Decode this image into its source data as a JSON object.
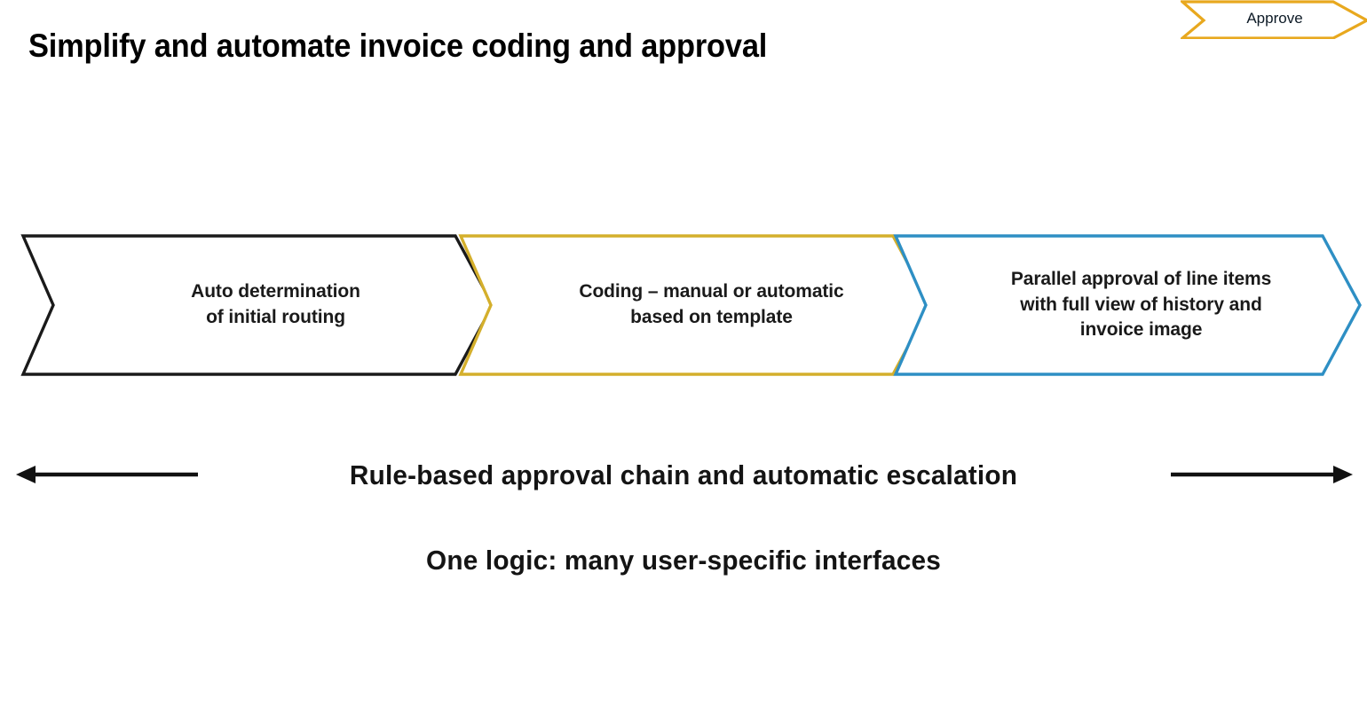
{
  "slide": {
    "title": "Simplify and automate invoice coding and approval",
    "background_color": "#ffffff"
  },
  "approve_badge": {
    "label": "Approve",
    "stroke_color": "#E8A81E",
    "text_color": "#0d1a26"
  },
  "process": {
    "steps": [
      {
        "name": "auto-determination",
        "lines": [
          "Auto determination",
          "of initial routing"
        ],
        "stroke_color": "#1a1a1a"
      },
      {
        "name": "coding",
        "lines": [
          "Coding – manual or automatic",
          "based on template"
        ],
        "stroke_color": "#D4AF2C"
      },
      {
        "name": "parallel-approval",
        "lines": [
          "Parallel approval of line items",
          "with full view of history and",
          "invoice image"
        ],
        "stroke_color": "#2E8FC4"
      }
    ]
  },
  "captions": {
    "chain": "Rule-based approval chain and automatic escalation",
    "logic": "One logic: many user-specific interfaces",
    "arrow_color": "#111111"
  }
}
